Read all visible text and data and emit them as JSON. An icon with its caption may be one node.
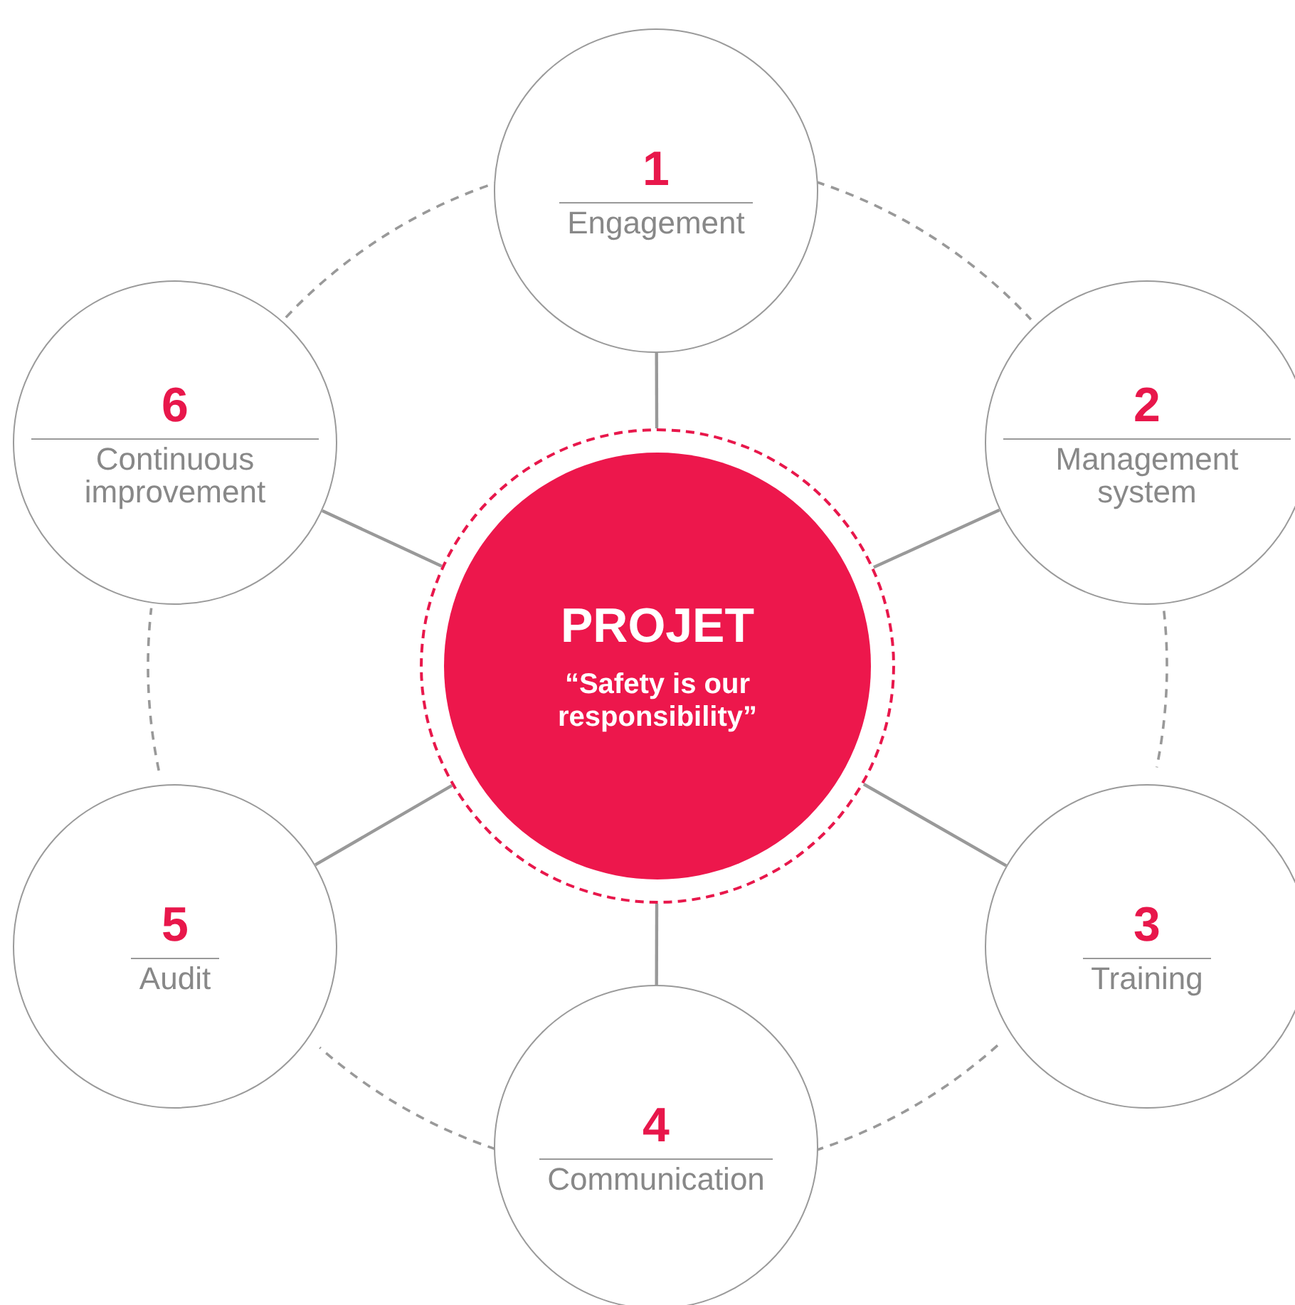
{
  "diagram": {
    "nodes": [
      {
        "text": [
          "PROJET",
          "“Safety is our responsibility”"
        ]
      },
      {
        "text": [
          "1",
          "Engagement"
        ]
      },
      {
        "text": [
          "2",
          "Management system"
        ]
      },
      {
        "text": [
          "3",
          "Training"
        ]
      },
      {
        "text": [
          "4",
          "Communication"
        ]
      },
      {
        "text": [
          "5",
          "Audit"
        ]
      },
      {
        "text": [
          "6",
          "Continuous improvement"
        ]
      }
    ],
    "edges": [
      {
        "from": 0,
        "to": 1,
        "arrow": "none"
      },
      {
        "from": 0,
        "to": 2,
        "arrow": "none"
      },
      {
        "from": 0,
        "to": 3,
        "arrow": "none"
      },
      {
        "from": 0,
        "to": 4,
        "arrow": "none"
      },
      {
        "from": 0,
        "to": 5,
        "arrow": "none"
      },
      {
        "from": 0,
        "to": 6,
        "arrow": "none"
      },
      {
        "from": 1,
        "to": 2,
        "arrow": "none",
        "style": "dashed"
      },
      {
        "from": 2,
        "to": 3,
        "arrow": "none",
        "style": "dashed"
      },
      {
        "from": 3,
        "to": 4,
        "arrow": "none",
        "style": "dashed"
      },
      {
        "from": 4,
        "to": 5,
        "arrow": "none",
        "style": "dashed"
      },
      {
        "from": 5,
        "to": 6,
        "arrow": "none",
        "style": "dashed"
      },
      {
        "from": 6,
        "to": 1,
        "arrow": "none",
        "style": "dashed"
      }
    ]
  }
}
